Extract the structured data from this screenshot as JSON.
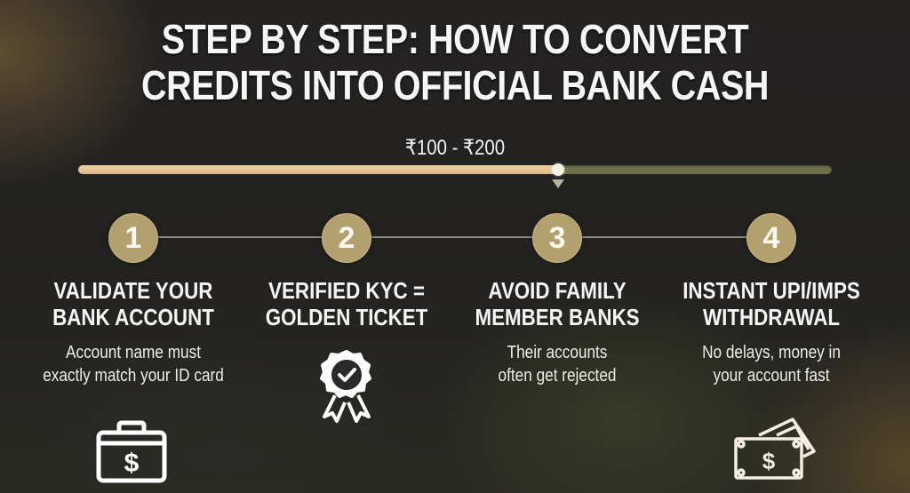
{
  "title": {
    "line1": "STEP BY STEP: HOW TO CONVERT",
    "line2": "CREDITS INTO OFFICIAL BANK CASH"
  },
  "range": {
    "label": "₹100 - ₹200",
    "fill_percent": 64,
    "colors": {
      "fill": "#e8c697",
      "track": "#6f6e48",
      "thumb": "#f4f1e6"
    }
  },
  "steps": [
    {
      "number": "1",
      "title_line1": "VALIDATE YOUR",
      "title_line2": "BANK ACCOUNT",
      "desc_line1": "Account name must",
      "desc_line2": "exactly match your ID card",
      "icon": "briefcase-dollar-icon"
    },
    {
      "number": "2",
      "title_line1": "VERIFIED KYC =",
      "title_line2": "GOLDEN TICKET",
      "desc_line1": "",
      "desc_line2": "",
      "icon": "award-ribbon-check-icon"
    },
    {
      "number": "3",
      "title_line1": "AVOID FAMILY",
      "title_line2": "MEMBER BANKS",
      "desc_line1": "Their accounts",
      "desc_line2": "often get rejected",
      "icon": ""
    },
    {
      "number": "4",
      "title_line1": "INSTANT UPI/IMPS",
      "title_line2": "WITHDRAWAL",
      "desc_line1": "No delays, money in",
      "desc_line2": "your account fast",
      "icon": "cash-bills-icon"
    }
  ],
  "colors": {
    "step_circle": "#b3a06f",
    "text": "#ffffff",
    "background": "#232221"
  }
}
